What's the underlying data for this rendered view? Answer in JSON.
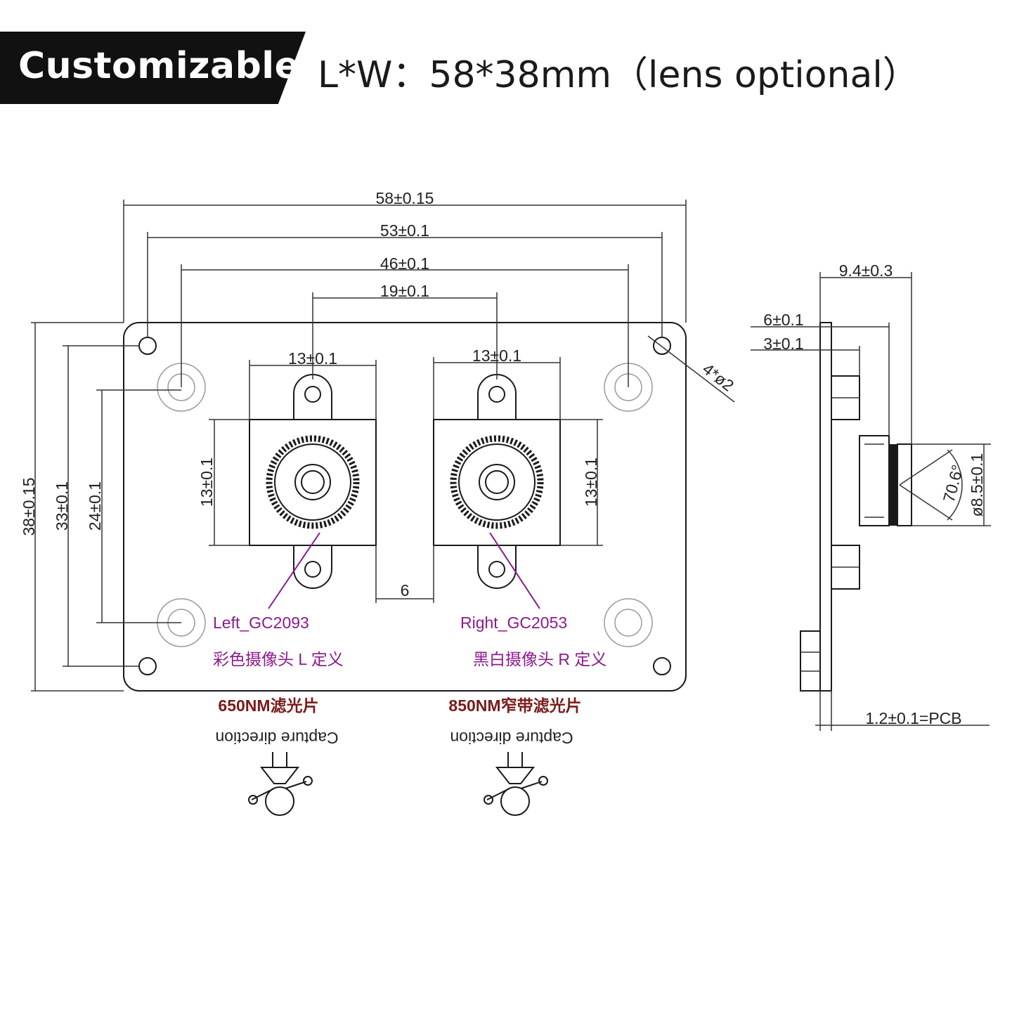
{
  "header": {
    "badge": "Customizable",
    "title": "L*W：58*38mm（lens optional）"
  },
  "dimensions": {
    "overall_length": "58±0.15",
    "hole_span_outer": "53±0.1",
    "hole_span_inner": "46±0.1",
    "lens_spacing": "19±0.1",
    "left_module_width": "13±0.1",
    "right_module_width": "13±0.1",
    "left_module_height": "13±0.1",
    "right_module_height": "13±0.1",
    "module_gap": "6",
    "hole_spec": "4*ø2",
    "overall_height": "38±0.15",
    "hole_span_vertical_outer": "33±0.1",
    "hole_span_vertical_inner": "24±0.1",
    "side_total": "9.4±0.3",
    "side_a": "6±0.1",
    "side_b": "3±0.1",
    "lens_angle": "70.6°",
    "lens_diameter": "ø8.5±0.1",
    "pcb_thickness": "1.2±0.1=PCB"
  },
  "sensors": {
    "left": {
      "name": "Left_GC2093",
      "definition": "彩色摄像头 L 定义",
      "filter": "650NM滤光片",
      "capture": "Capture direction"
    },
    "right": {
      "name": "Right_GC2053",
      "definition": "黑白摄像头 R 定义",
      "filter": "850NM窄带滤光片",
      "capture": "Capture direction"
    }
  }
}
